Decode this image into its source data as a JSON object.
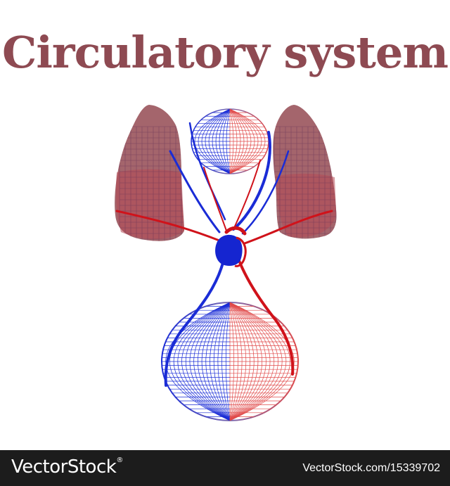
{
  "title": "Circulatory system",
  "footer": {
    "brand": "VectorStock",
    "registered": "®",
    "url": "VectorStock.com/15339702"
  },
  "colors": {
    "title": "#8e4a52",
    "lung": "#9c5860",
    "lung_deep": "#b44a55",
    "artery": "#d0121a",
    "vein": "#1a2cd6",
    "heart": "#1525d0",
    "footer_bg": "#1c1c1c"
  }
}
